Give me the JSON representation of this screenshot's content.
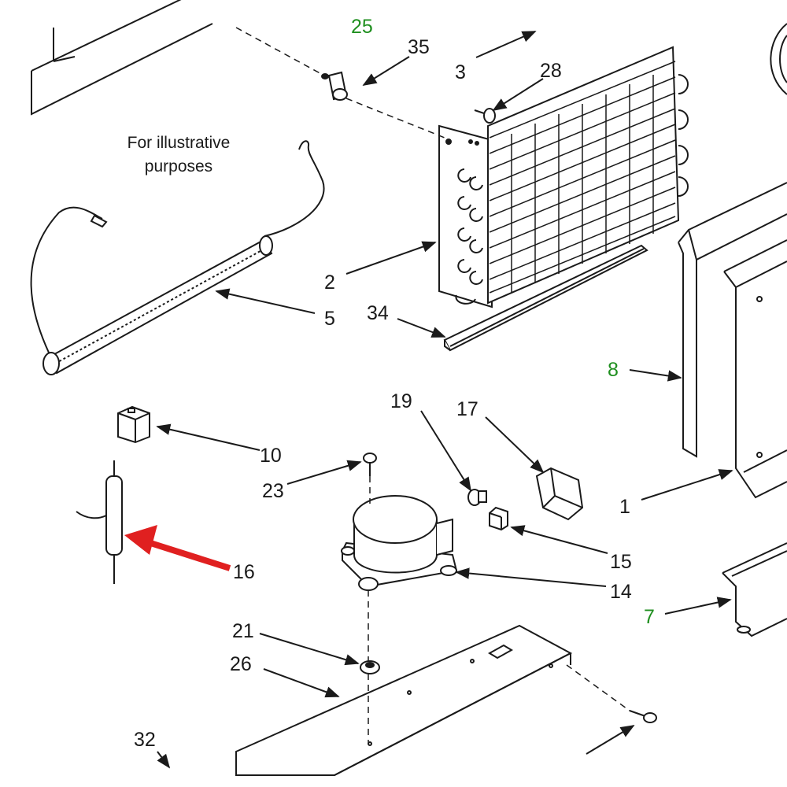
{
  "note": {
    "line1": "For illustrative",
    "line2": "purposes"
  },
  "colors": {
    "ink": "#1a1a1a",
    "green": "#1f8f1f",
    "highlight_arrow": "#e02020",
    "part_fill": "#f2f2f2"
  },
  "callouts": {
    "c25": "25",
    "c35": "35",
    "c3": "3",
    "c28": "28",
    "c2": "2",
    "c5": "5",
    "c34": "34",
    "c8": "8",
    "c10": "10",
    "c19": "19",
    "c17": "17",
    "c23": "23",
    "c1": "1",
    "c15": "15",
    "c16": "16",
    "c14": "14",
    "c7": "7",
    "c21": "21",
    "c26": "26",
    "c32": "32"
  }
}
